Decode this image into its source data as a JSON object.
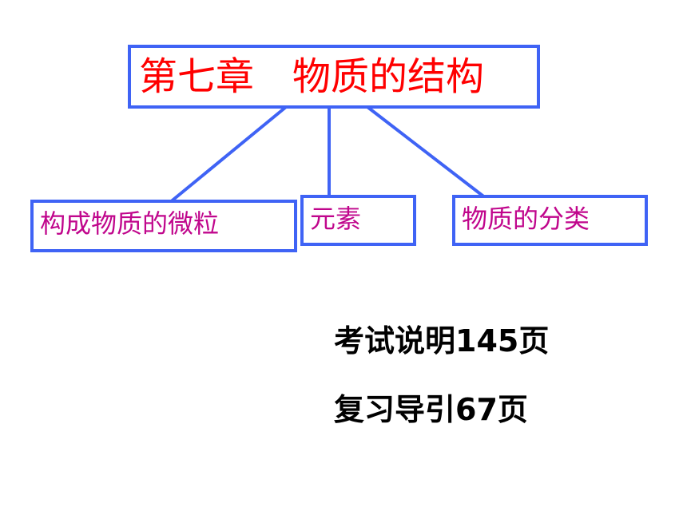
{
  "diagram": {
    "title": "第七章　物质的结构",
    "children": [
      {
        "label": "构成物质的微粒"
      },
      {
        "label": "元素"
      },
      {
        "label": "物质的分类"
      }
    ],
    "colors": {
      "border": "#3f63f5",
      "title_text": "#ff0000",
      "child_text": "#c0068c",
      "note_text": "#000000"
    }
  },
  "notes": [
    "考试说明145页",
    "复习导引67页"
  ]
}
